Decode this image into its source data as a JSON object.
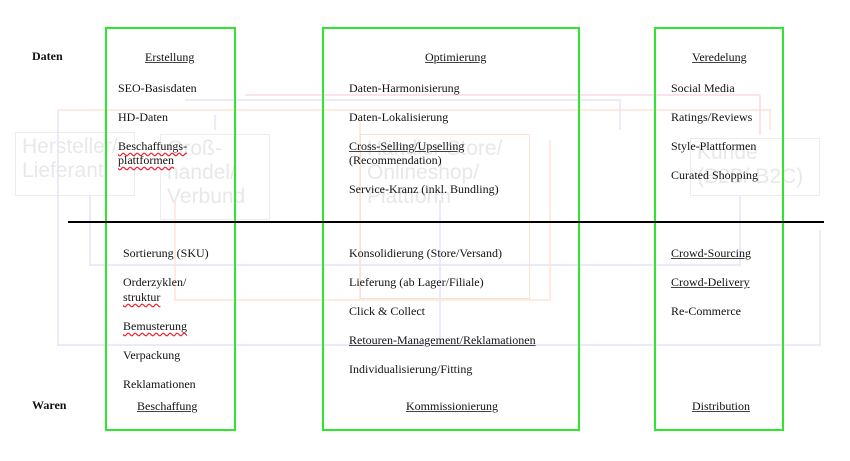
{
  "side_labels": {
    "top": "Daten",
    "bottom": "Waren"
  },
  "ghost_boxes": [
    {
      "text": "Hersteller/ Lieferant"
    },
    {
      "text": "Groß- handel/ Verbund"
    },
    {
      "text": "Händler Store/ Onlineshop/ Plattform"
    },
    {
      "text": "Kunde (B2B/ B2C)"
    }
  ],
  "columns": {
    "left": {
      "top_header": "Erstellung",
      "bottom_header": "Beschaffung",
      "top_items": [
        "SEO-Basisdaten",
        "HD-Daten",
        "Beschaffungs-",
        "plattformen"
      ],
      "bottom_items": [
        "Sortierung (SKU)",
        "Orderzyklen/",
        "struktur",
        "Bemusterung",
        "Verpackung",
        "Reklamationen"
      ]
    },
    "middle": {
      "top_header": "Optimierung",
      "bottom_header": "Kommissionierung",
      "top_items": [
        "Daten-Harmonisierung",
        "Daten-Lokalisierung",
        "Cross-Selling/Upselling",
        "(Recommendation)",
        "Service-Kranz (inkl. Bundling)"
      ],
      "bottom_items": [
        "Konsolidierung (Store/Versand)",
        "Lieferung (ab Lager/Filiale)",
        "Click & Collect",
        "Retouren-Management/Reklamationen",
        "Individualisierung/Fitting"
      ]
    },
    "right": {
      "top_header": "Veredelung",
      "bottom_header": "Distribution",
      "top_items": [
        "Social Media",
        "Ratings/Reviews",
        "Style-Plattformen",
        "Curated Shopping"
      ],
      "bottom_items": [
        "Crowd-Sourcing",
        "Crowd-Delivery",
        "Re-Commerce"
      ]
    }
  },
  "colors": {
    "frame": "#2fe62f",
    "divider": "#000000",
    "ghost": "#e8e8e8"
  }
}
